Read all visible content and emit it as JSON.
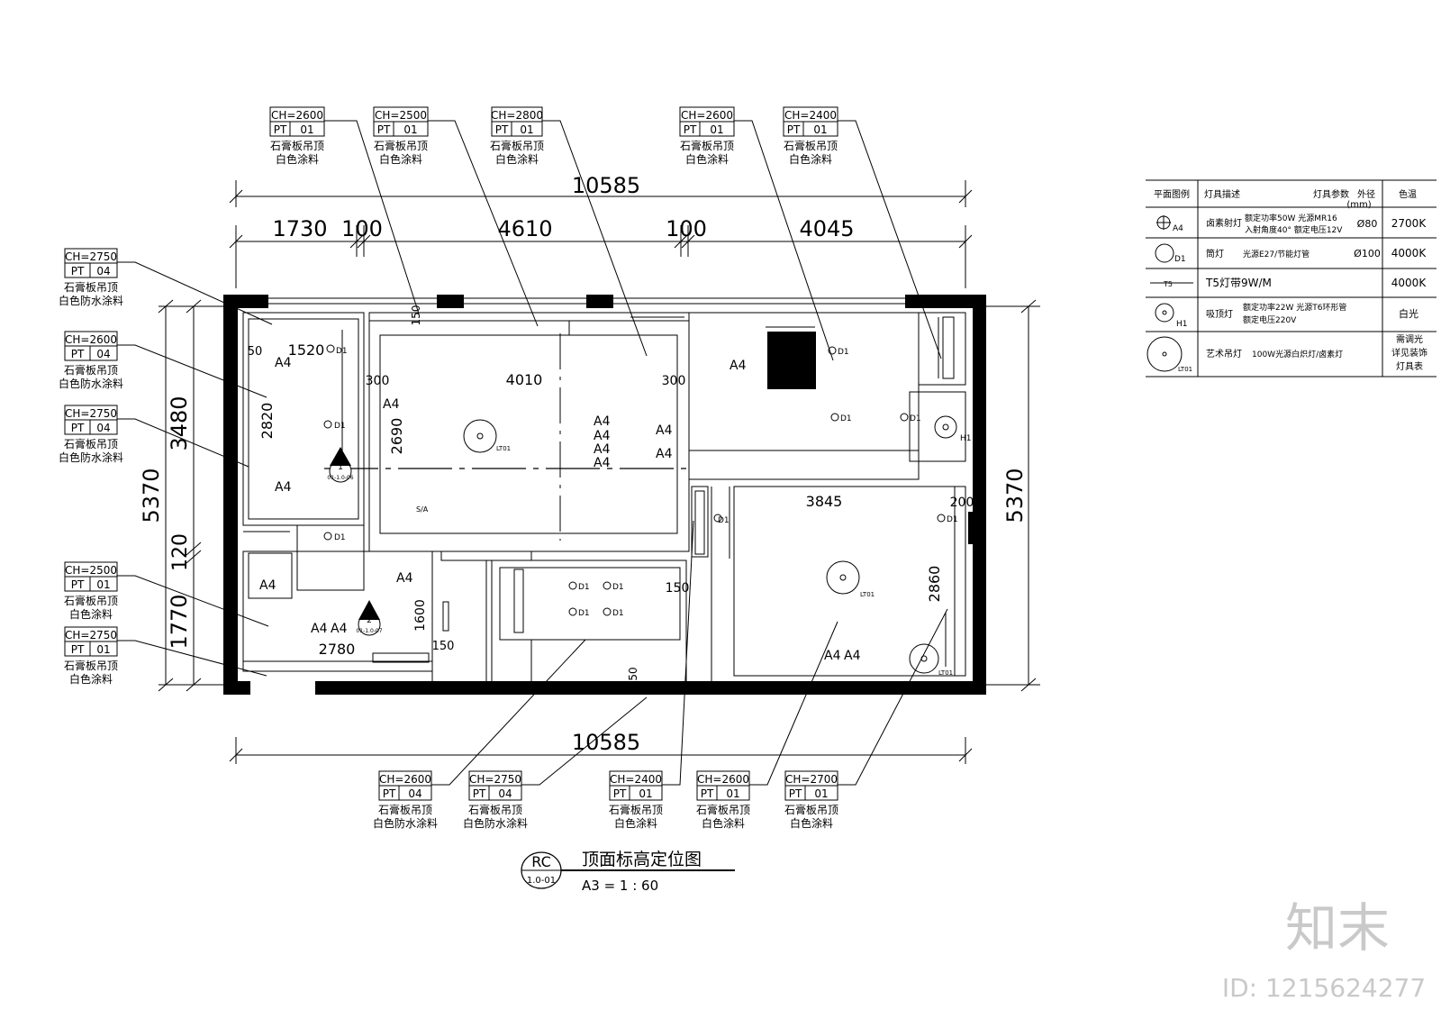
{
  "dimensions": {
    "top_total": "10585",
    "top_segments": [
      "1730",
      "100",
      "4610",
      "100",
      "4045"
    ],
    "bottom_total": "10585",
    "left_total": "5370",
    "left_segments": [
      "3480",
      "120",
      "1770"
    ],
    "right_total": "5370"
  },
  "ceiling_tags_top": [
    {
      "ch": "CH=2600",
      "pt": "PT",
      "code": "01",
      "line1": "石膏板吊顶",
      "line2": "白色涂料"
    },
    {
      "ch": "CH=2500",
      "pt": "PT",
      "code": "01",
      "line1": "石膏板吊顶",
      "line2": "白色涂料"
    },
    {
      "ch": "CH=2800",
      "pt": "PT",
      "code": "01",
      "line1": "石膏板吊顶",
      "line2": "白色涂料"
    },
    {
      "ch": "CH=2600",
      "pt": "PT",
      "code": "01",
      "line1": "石膏板吊顶",
      "line2": "白色涂料"
    },
    {
      "ch": "CH=2400",
      "pt": "PT",
      "code": "01",
      "line1": "石膏板吊顶",
      "line2": "白色涂料"
    }
  ],
  "ceiling_tags_left": [
    {
      "ch": "CH=2750",
      "pt": "PT",
      "code": "04",
      "line1": "石膏板吊顶",
      "line2": "白色防水涂料"
    },
    {
      "ch": "CH=2600",
      "pt": "PT",
      "code": "04",
      "line1": "石膏板吊顶",
      "line2": "白色防水涂料"
    },
    {
      "ch": "CH=2750",
      "pt": "PT",
      "code": "04",
      "line1": "石膏板吊顶",
      "line2": "白色防水涂料"
    },
    {
      "ch": "CH=2500",
      "pt": "PT",
      "code": "01",
      "line1": "石膏板吊顶",
      "line2": "白色涂料"
    },
    {
      "ch": "CH=2750",
      "pt": "PT",
      "code": "01",
      "line1": "石膏板吊顶",
      "line2": "白色涂料"
    }
  ],
  "ceiling_tags_bottom": [
    {
      "ch": "CH=2600",
      "pt": "PT",
      "code": "04",
      "line1": "石膏板吊顶",
      "line2": "白色防水涂料"
    },
    {
      "ch": "CH=2750",
      "pt": "PT",
      "code": "04",
      "line1": "石膏板吊顶",
      "line2": "白色防水涂料"
    },
    {
      "ch": "CH=2400",
      "pt": "PT",
      "code": "01",
      "line1": "石膏板吊顶",
      "line2": "白色涂料"
    },
    {
      "ch": "CH=2600",
      "pt": "PT",
      "code": "01",
      "line1": "石膏板吊顶",
      "line2": "白色涂料"
    },
    {
      "ch": "CH=2700",
      "pt": "PT",
      "code": "01",
      "line1": "石膏板吊顶",
      "line2": "白色涂料"
    }
  ],
  "interior_dims": [
    "1520",
    "4010",
    "300",
    "300",
    "2690",
    "2820",
    "3845",
    "2860",
    "2780",
    "1600",
    "150",
    "200",
    "50",
    "150",
    "150",
    "50"
  ],
  "fixture_labels": {
    "a4": "A4",
    "d1": "D1",
    "h1": "H1",
    "lt01": "LT01",
    "sa": "S/A"
  },
  "section_marks": [
    {
      "num": "1",
      "ref": "01-1.0-06"
    },
    {
      "num": "2",
      "ref": "01-1.0-07"
    }
  ],
  "legend": {
    "headers": [
      "平面图例",
      "灯具描述",
      "灯具参数",
      "外径",
      "(mm)",
      "色温"
    ],
    "rows": [
      {
        "code": "A4",
        "desc": "卤素射灯",
        "param1": "额定功率50W 光源MR16",
        "param2": "入射角度40° 额定电压12V",
        "size": "Ø80",
        "temp": "2700K"
      },
      {
        "code": "D1",
        "desc": "筒灯",
        "param1": "光源E27/节能灯管",
        "param2": "",
        "size": "Ø100",
        "temp": "4000K"
      },
      {
        "code": "T5",
        "desc": "T5灯带9W/M",
        "param1": "",
        "param2": "",
        "size": "",
        "temp": "4000K"
      },
      {
        "code": "H1",
        "desc": "吸顶灯",
        "param1": "额定功率22W 光源T6环形管",
        "param2": "额定电压220V",
        "size": "",
        "temp": "白光"
      },
      {
        "code": "LT01",
        "desc": "艺术吊灯",
        "param1": "100W光源白炽灯/卤素灯",
        "param2": "",
        "size": "",
        "temp": "需调光",
        "temp2": "详见装饰",
        "temp3": "灯具表"
      }
    ]
  },
  "title_block": {
    "code": "RC",
    "sheet": "1.0-01",
    "title": "顶面标高定位图",
    "scale": "A3 = 1 : 60"
  },
  "watermark": {
    "logo": "知末",
    "id": "ID: 1215624277"
  }
}
